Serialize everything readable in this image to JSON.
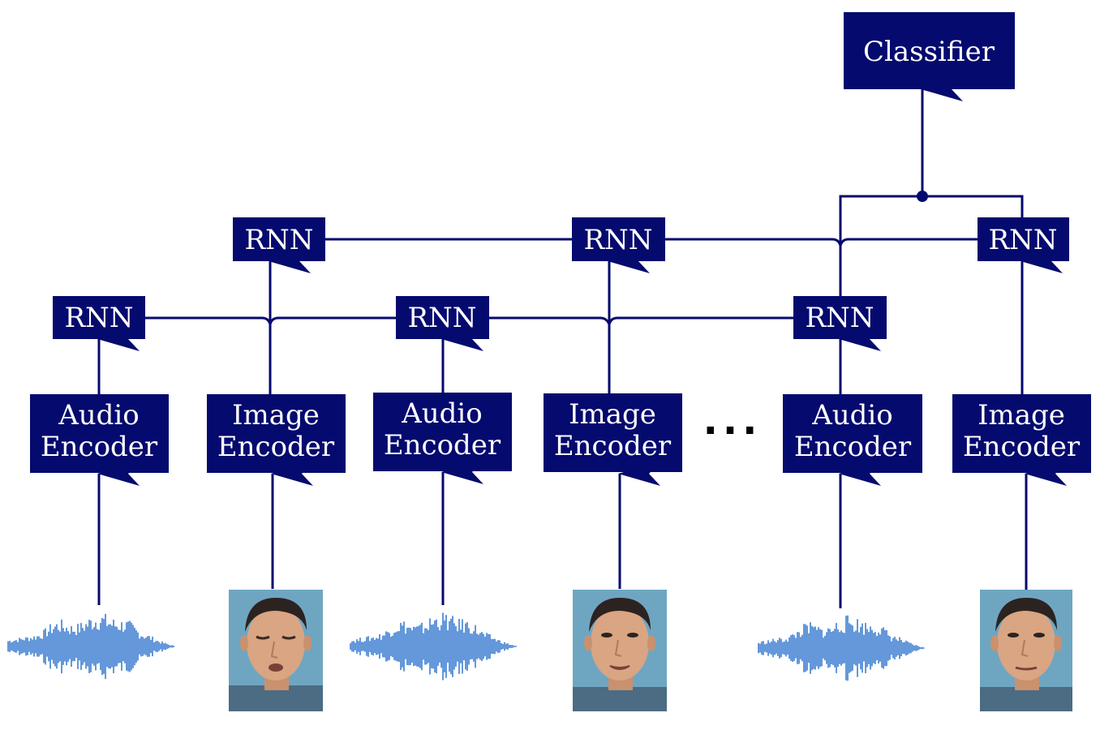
{
  "colors": {
    "box": "#050a6e",
    "line": "#050a6e",
    "waveform": "#3d7fd1",
    "skin": "#d9a583",
    "shirt": "#4b6c83",
    "hair": "#2c2320",
    "photo_bg": "#6ea6c2"
  },
  "classifier": {
    "label": "Classifier"
  },
  "rnn_label": "RNN",
  "audio_encoder": {
    "line1": "Audio",
    "line2": "Encoder"
  },
  "image_encoder": {
    "line1": "Image",
    "line2": "Encoder"
  },
  "ellipsis": "...",
  "inputs": [
    {
      "kind": "audio",
      "icon": "audio-waveform"
    },
    {
      "kind": "image",
      "icon": "face-photo"
    },
    {
      "kind": "audio",
      "icon": "audio-waveform"
    },
    {
      "kind": "image",
      "icon": "face-photo"
    },
    {
      "kind": "audio",
      "icon": "audio-waveform"
    },
    {
      "kind": "image",
      "icon": "face-photo"
    }
  ]
}
